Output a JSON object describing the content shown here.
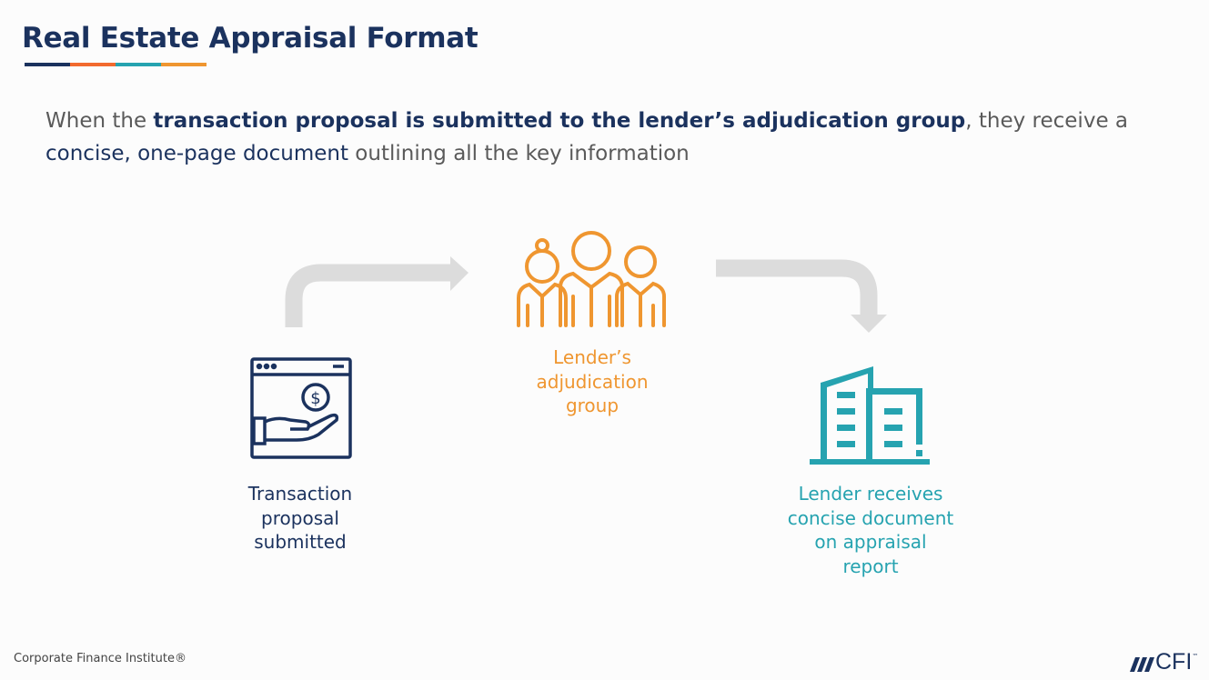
{
  "title": "Real Estate Appraisal Format",
  "accent_colors": [
    "#1b325e",
    "#f26a2e",
    "#26a3b0",
    "#ef9630"
  ],
  "intro": {
    "part1": "When the ",
    "bold": "transaction proposal is submitted to the lender’s adjudication group",
    "part2": ", they receive a ",
    "highlight": "concise, one-page document",
    "part3": " outlining all the key information"
  },
  "steps": [
    {
      "icon": "hand-money-icon",
      "label": "Transaction proposal submitted",
      "color": "#1b325e"
    },
    {
      "icon": "people-group-icon",
      "label": "Lender’s adjudication group",
      "color": "#ef9630"
    },
    {
      "icon": "building-icon",
      "label": "Lender receives concise document on appraisal report",
      "color": "#26a3b0"
    }
  ],
  "footer": "Corporate Finance Institute®",
  "logo": {
    "text": "CFI",
    "tm": "™"
  }
}
